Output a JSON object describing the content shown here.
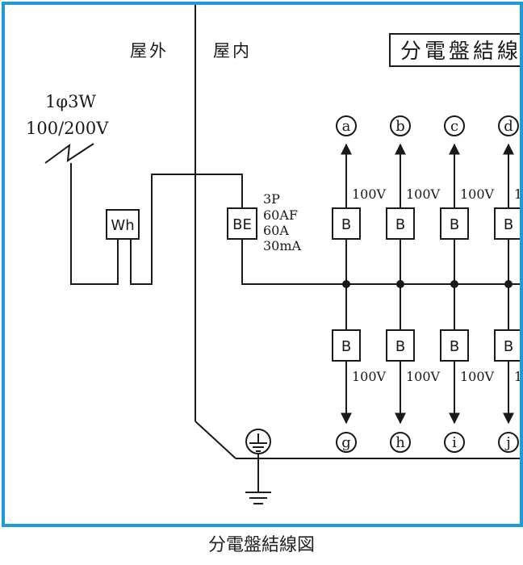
{
  "labels": {
    "outdoor": "屋外",
    "indoor": "屋内",
    "panel_title": "分電盤結線図",
    "supply_phase": "1φ3W",
    "supply_voltage": "100/200V",
    "meter": "Wh",
    "main_breaker": "BE",
    "main_breaker_specs": [
      "3P",
      "60AF",
      "60A",
      "30mA"
    ],
    "branch_breaker": "B",
    "branch_voltage": "100V"
  },
  "circuits_top": [
    "a",
    "b",
    "c",
    "d"
  ],
  "circuits_bottom": [
    "g",
    "h",
    "i",
    "j"
  ],
  "caption": "分電盤結線図",
  "colors": {
    "border": "#1e9bd7",
    "line": "#1a1a1a"
  }
}
